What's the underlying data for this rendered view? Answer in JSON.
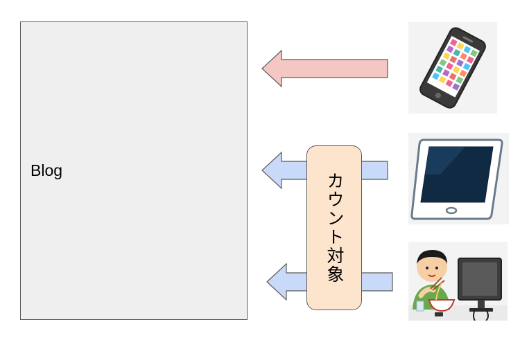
{
  "blog": {
    "label": "Blog"
  },
  "counting": {
    "label": "カウント対象"
  },
  "devices": [
    {
      "name": "smartphone",
      "icon": "smartphone-icon"
    },
    {
      "name": "tablet",
      "icon": "tablet-icon"
    },
    {
      "name": "desktop-pc-user",
      "icon": "pc-user-icon"
    }
  ],
  "colors": {
    "blog_fill": "#efefef",
    "uncounted_arrow": "#f4c7c3",
    "counted_arrow": "#c9daf8",
    "count_box": "#fde5cd",
    "stroke": "#595959"
  }
}
